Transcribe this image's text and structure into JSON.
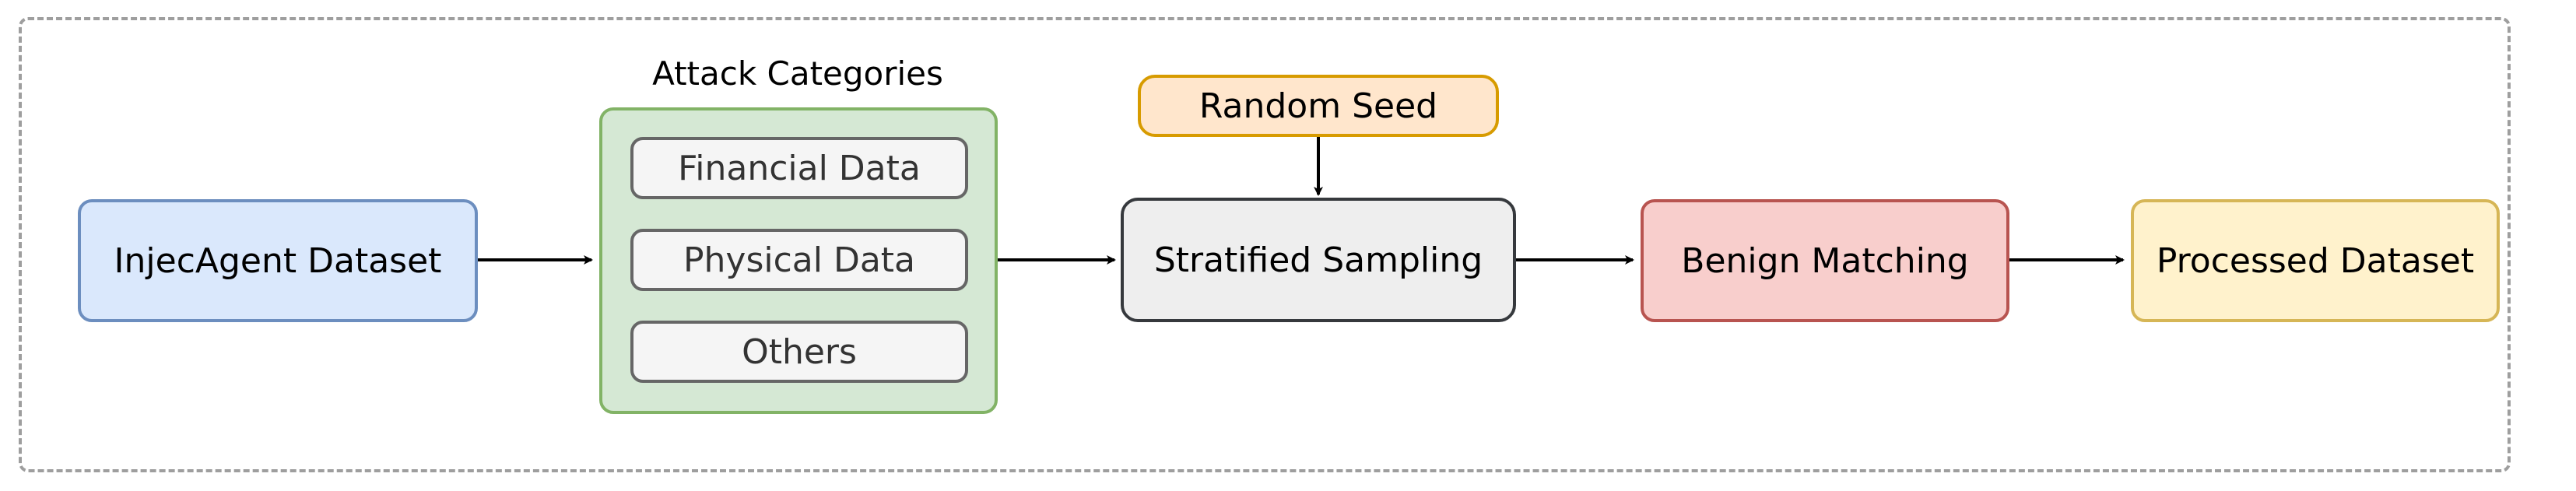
{
  "diagram": {
    "nodes": {
      "injecagent_dataset": "InjecAgent Dataset",
      "attack_categories_title": "Attack Categories",
      "financial_data": "Financial Data",
      "physical_data": "Physical Data",
      "others": "Others",
      "random_seed": "Random Seed",
      "stratified_sampling": "Stratified Sampling",
      "benign_matching": "Benign Matching",
      "processed_dataset": "Processed Dataset"
    },
    "edges": [
      {
        "from": "InjecAgent Dataset",
        "to": "Attack Categories"
      },
      {
        "from": "Attack Categories",
        "to": "Stratified Sampling"
      },
      {
        "from": "Random Seed",
        "to": "Stratified Sampling"
      },
      {
        "from": "Stratified Sampling",
        "to": "Benign Matching"
      },
      {
        "from": "Benign Matching",
        "to": "Processed Dataset"
      }
    ],
    "colors": {
      "dataset_fill": "#dae8fc",
      "dataset_stroke": "#6c8ebf",
      "categories_fill": "#d5e8d4",
      "categories_stroke": "#82b366",
      "sampling_fill": "#eeeeee",
      "sampling_stroke": "#36393d",
      "seed_fill": "#ffe6cc",
      "seed_stroke": "#d79b00",
      "benign_fill": "#f8cecc",
      "benign_stroke": "#b85450",
      "processed_fill": "#fff2cc",
      "processed_stroke": "#d6b656",
      "subitem_fill": "#f5f5f5",
      "subitem_stroke": "#666666"
    }
  }
}
